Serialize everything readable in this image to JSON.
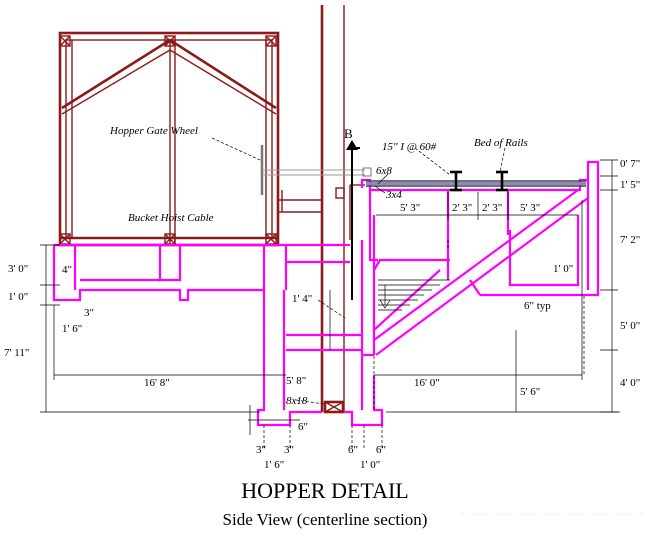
{
  "title": "HOPPER DETAIL",
  "subtitle": "Side View (centerline section)",
  "labels": {
    "hopper_gate_wheel": "Hopper Gate Wheel",
    "bucket_hoist_cable": "Bucket Hoist Cable",
    "beam": "15\" I @ 60#",
    "bed_of_rails": "Bed of Rails",
    "timber_6x8": "6x8",
    "timber_3x4": "3x4",
    "timber_8x18": "8x18",
    "section_mark": "B"
  },
  "dimensions": {
    "d_0_7": "0' 7\"",
    "d_1_5": "1' 5\"",
    "d_7_2": "7' 2\"",
    "d_5_0": "5' 0\"",
    "d_4_0": "4' 0\"",
    "d_5_3_left": "5' 3\"",
    "d_2_3_a": "2' 3\"",
    "d_2_3_b": "2' 3\"",
    "d_5_3_right": "5' 3\"",
    "d_1_0_right": "1' 0\"",
    "d_6_typ": "6\" typ",
    "d_3_0": "3' 0\"",
    "d_4": "4\"",
    "d_1_0_left": "1' 0\"",
    "d_3_left": "3\"",
    "d_1_6_left": "1' 6\"",
    "d_7_11": "7' 11\"",
    "d_16_8": "16' 8\"",
    "d_5_8": "5' 8\"",
    "d_16_0": "16' 0\"",
    "d_5_6": "5' 6\"",
    "d_1_4": "1' 4\"",
    "d_6_center": "6\"",
    "d_3_b1": "3\"",
    "d_3_b2": "3\"",
    "d_1_6_bottom": "1' 6\"",
    "d_6_b1": "6\"",
    "d_6_b2": "6\"",
    "d_1_0_bottom": "1' 0\""
  }
}
